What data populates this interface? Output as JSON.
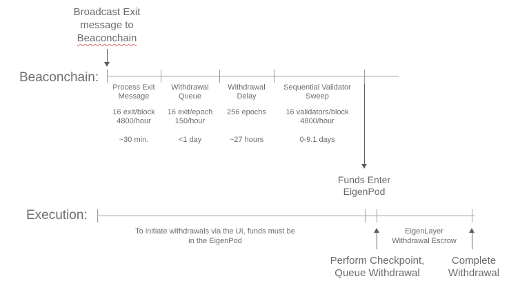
{
  "colors": {
    "text": "#6b6b6b",
    "timeline_line": "#9a9a9a",
    "arrow": "#5f5f5f",
    "misspell_underline": "#e06666"
  },
  "broadcast_note": {
    "line1": "Broadcast Exit",
    "line2": "message to",
    "line3": "Beaconchain"
  },
  "beaconchain": {
    "label": "Beaconchain:",
    "segments": [
      {
        "name1": "Process Exit",
        "name2": "Message",
        "rate1": "16 exit/block",
        "rate2": "4800/hour",
        "duration": "~30 min."
      },
      {
        "name1": "Withdrawal",
        "name2": "Queue",
        "rate1": "16 exit/epoch",
        "rate2": "150/hour",
        "duration": "<1 day"
      },
      {
        "name1": "Withdrawal",
        "name2": "Delay",
        "rate1": "256 epochs",
        "rate2": "",
        "duration": "~27 hours"
      },
      {
        "name1": "Sequential Validator",
        "name2": "Sweep",
        "rate1": "16 validators/block",
        "rate2": "4800/hour",
        "duration": "0-9.1 days"
      }
    ]
  },
  "funds_enter": {
    "line1": "Funds Enter",
    "line2": "EigenPod"
  },
  "execution": {
    "label": "Execution:",
    "note_line1": "To initiate withdrawals via the UI, funds must be",
    "note_line2": "in the EigenPod",
    "escrow_line1": "EigenLayer",
    "escrow_line2": "Withdrawal Escrow",
    "checkpoint_line1": "Perform Checkpoint,",
    "checkpoint_line2": "Queue Withdrawal",
    "complete_line1": "Complete",
    "complete_line2": "Withdrawal"
  }
}
